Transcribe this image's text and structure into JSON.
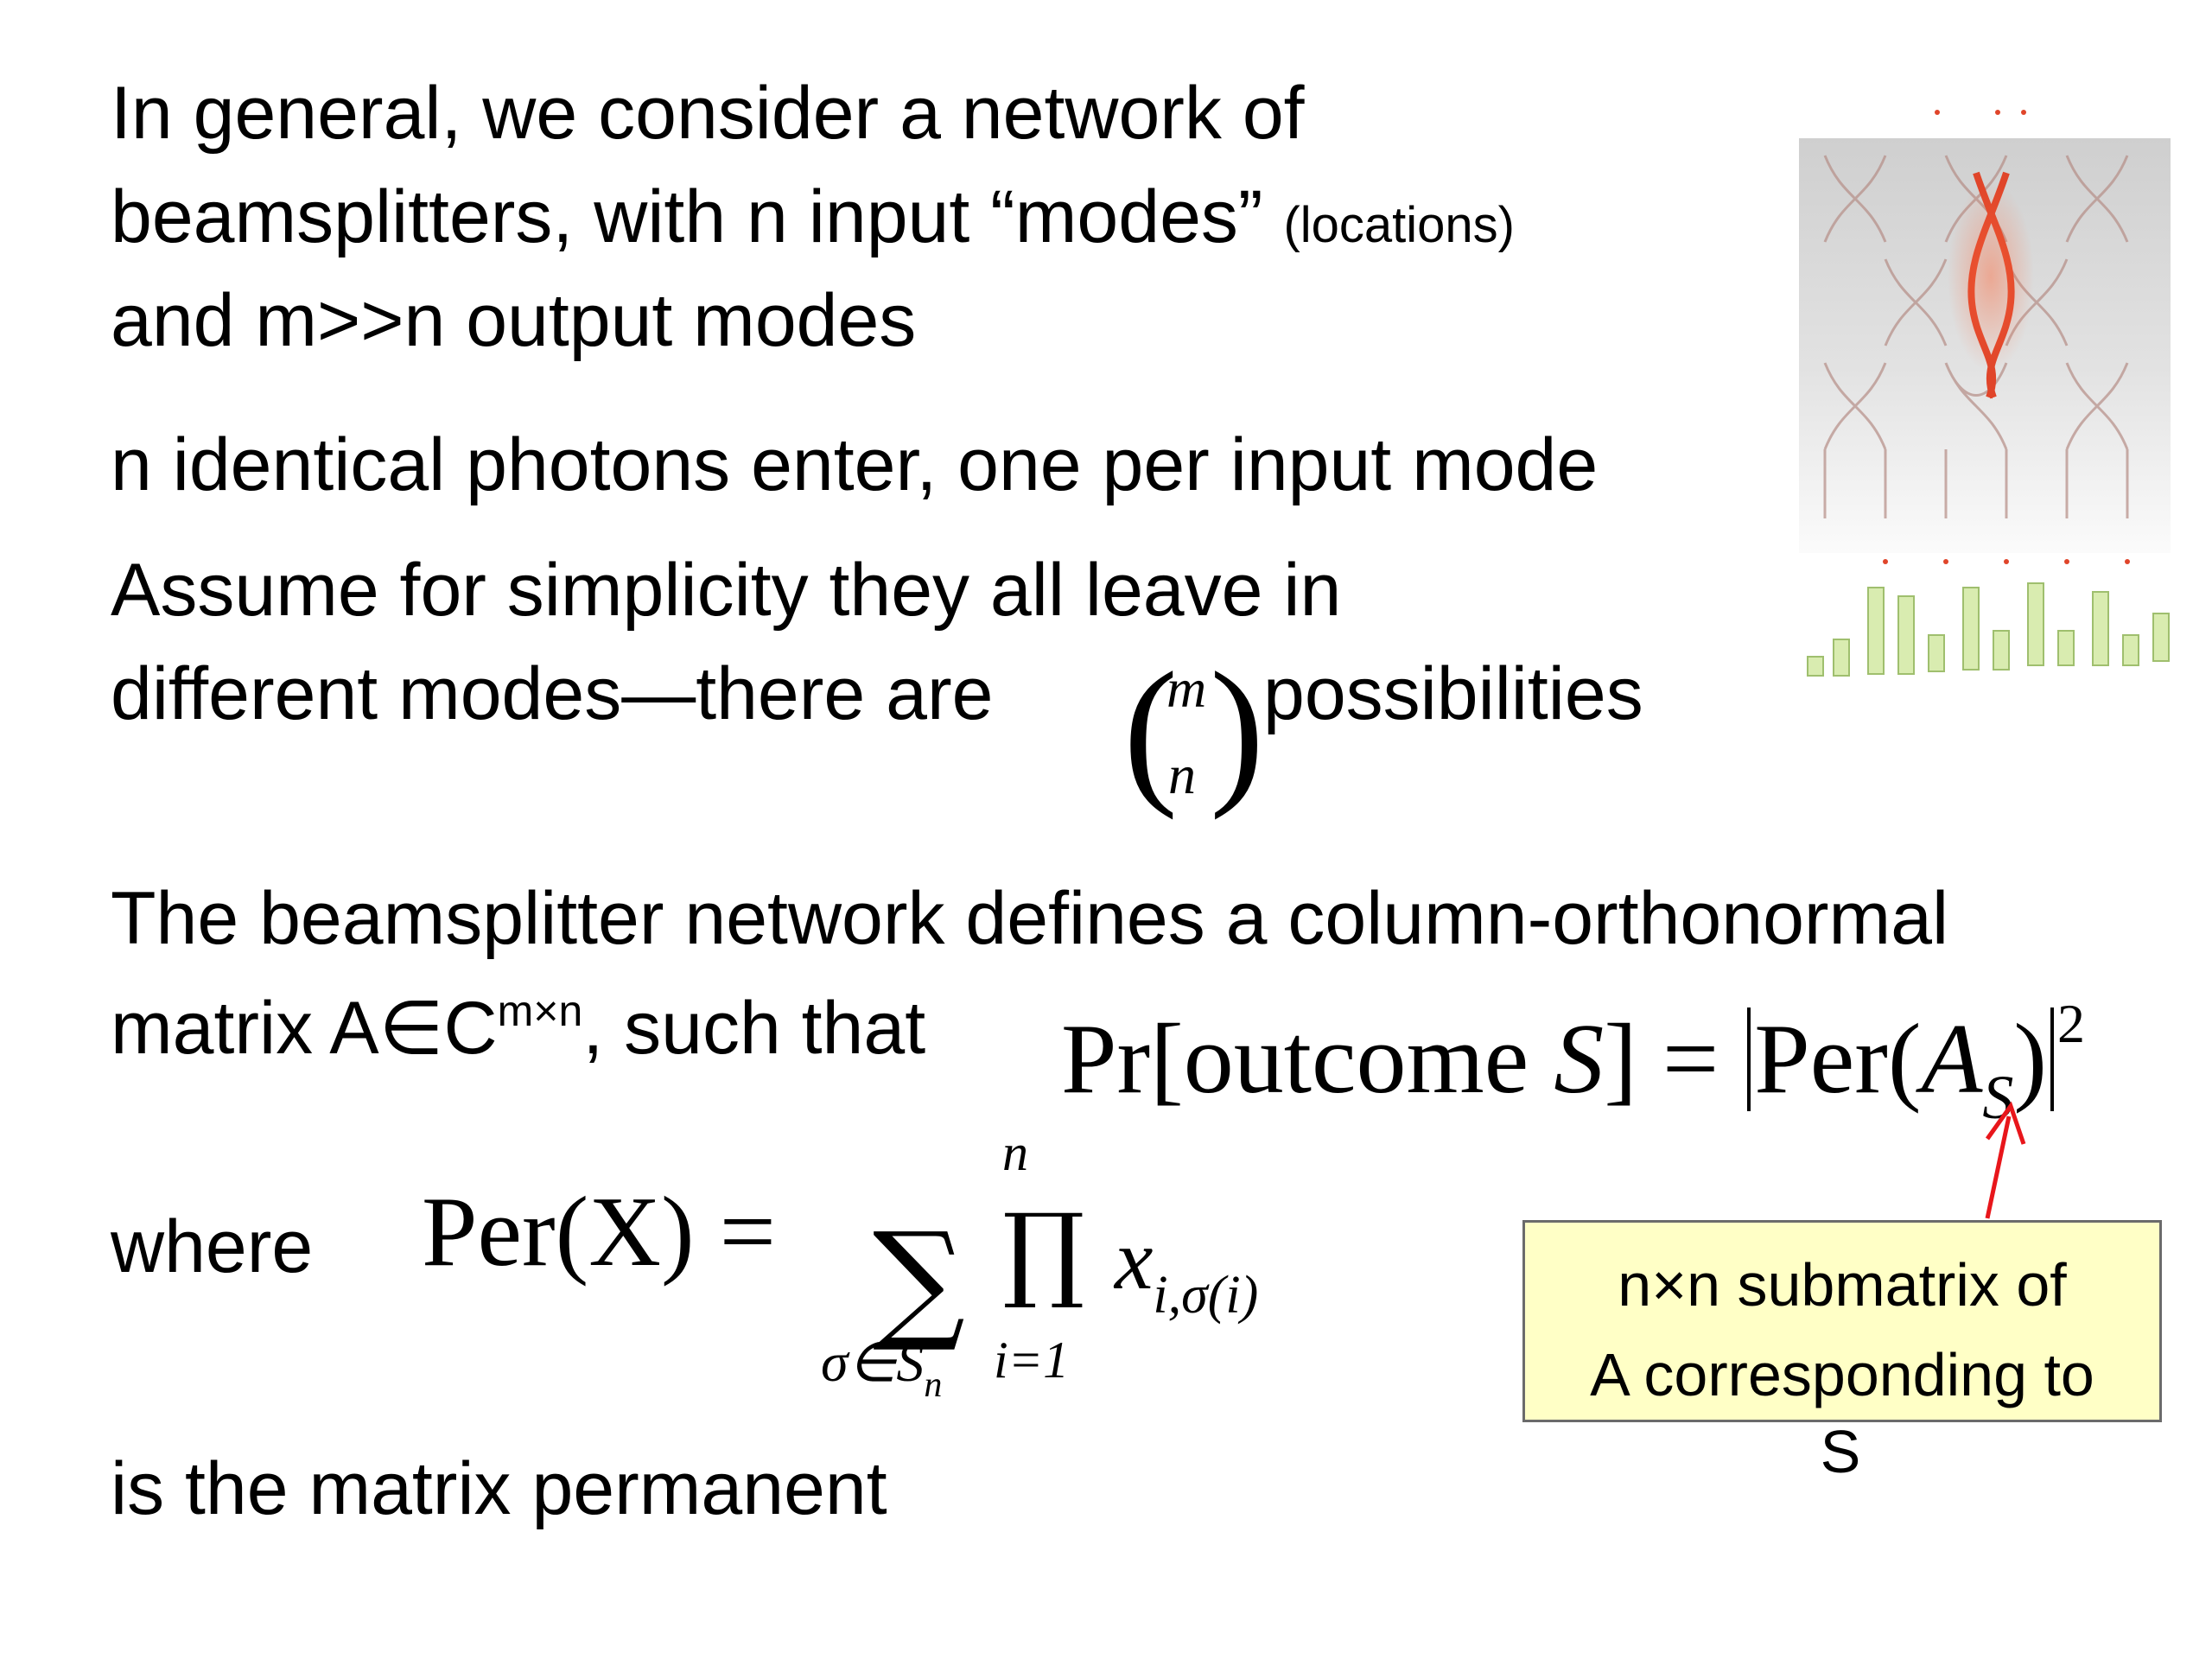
{
  "text": {
    "line1": "In general, we consider a network of",
    "line2": "beamsplitters, with n input “modes”",
    "line2_small": "(locations)",
    "line3": "and m>>n output modes",
    "line4": "n identical photons enter, one per input mode",
    "line5": "Assume for simplicity they all leave in",
    "line6a": "different modes—there are",
    "line6b": "possibilities",
    "line7": "The beamsplitter network defines a column-orthonormal",
    "line8a": "matrix A",
    "line8_in": "∈",
    "line8_C": "C",
    "line8_sup": "m×n",
    "line8b": ", such that",
    "line9": "where",
    "line10": "is the matrix permanent"
  },
  "binom": {
    "top": "m",
    "bottom": "n"
  },
  "prob_formula": {
    "pr": "Pr[outcome ",
    "s": "S",
    "eq": "] = ",
    "per": "Per(",
    "a": "A",
    "sub": "S",
    "close": ")",
    "sq": "2"
  },
  "per_formula": {
    "lhs": "Per(X) = ",
    "sum_top": "n",
    "sum_bottom": "σ∈S",
    "sum_bottom_sub": "n",
    "prod_bottom": "i=1",
    "term": "x",
    "term_sub": "i,σ(i)"
  },
  "callout": {
    "line1": "n×n submatrix of",
    "line2": "A corresponding to",
    "line3": "S"
  },
  "colors": {
    "callout_bg": "#ffffc6",
    "arrow": "#e8161b",
    "photon": "#e0452a"
  }
}
